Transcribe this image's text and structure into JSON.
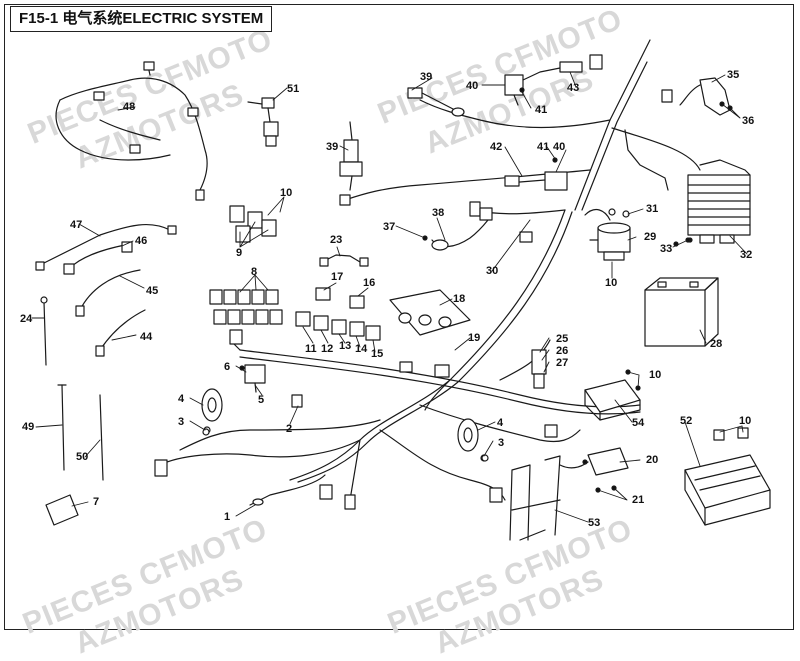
{
  "title": {
    "code": "F15-1",
    "cn": "电气系统",
    "en": "ELECTRIC SYSTEM"
  },
  "watermarks": [
    "PIECES CFMOTO",
    "AZMOTORS",
    "PIECES CFMOTO",
    "AZMOTORS",
    "PIECES CFMOTO",
    "AZMOTORS",
    "PIECES CFMOTO",
    "AZMOTORS"
  ],
  "callouts": [
    "1",
    "2",
    "3",
    "3",
    "4",
    "4",
    "5",
    "6",
    "7",
    "8",
    "9",
    "10",
    "10",
    "10",
    "10",
    "11",
    "12",
    "13",
    "14",
    "15",
    "16",
    "17",
    "18",
    "19",
    "20",
    "21",
    "21",
    "23",
    "24",
    "25",
    "26",
    "27",
    "28",
    "29",
    "30",
    "31",
    "32",
    "33",
    "35",
    "36",
    "36",
    "37",
    "38",
    "39",
    "39",
    "40",
    "40",
    "41",
    "41",
    "42",
    "43",
    "44",
    "45",
    "46",
    "47",
    "48",
    "49",
    "50",
    "51",
    "52",
    "53",
    "54"
  ],
  "colors": {
    "line": "#1a1a1a",
    "watermark": "#d8d8d8",
    "frame": "#222222"
  }
}
